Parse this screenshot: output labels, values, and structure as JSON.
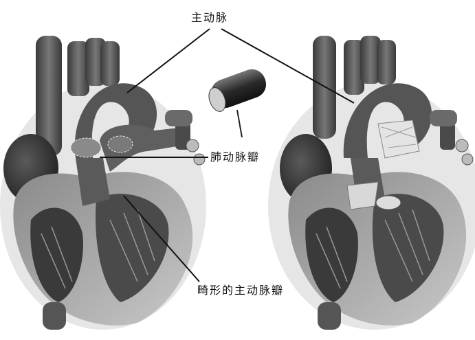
{
  "labels": {
    "aorta": "主动脉",
    "pulmonary_valve": "肺动脉瓣",
    "deformed_aortic_valve": "畸形的主动脉瓣"
  },
  "colors": {
    "heart_dark": "#3a3a3a",
    "heart_mid": "#6b6b6b",
    "heart_light": "#9a9a9a",
    "muscle": "#b5b5b5",
    "leader": "#111111"
  }
}
